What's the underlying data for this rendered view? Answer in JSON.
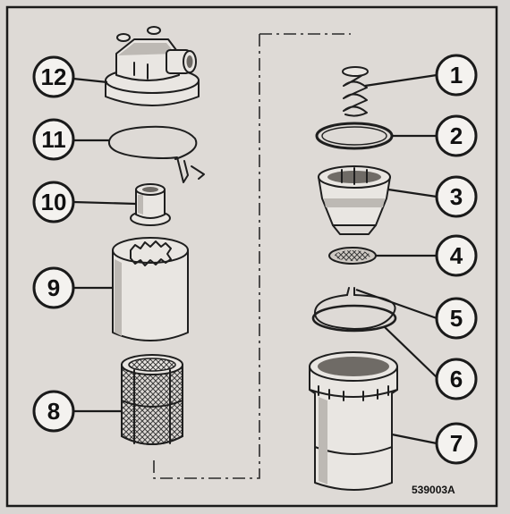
{
  "diagram": {
    "reference_code": "539003A",
    "callouts": [
      {
        "id": "12",
        "label": "12"
      },
      {
        "id": "11",
        "label": "11"
      },
      {
        "id": "10",
        "label": "10"
      },
      {
        "id": "9",
        "label": "9"
      },
      {
        "id": "8",
        "label": "8"
      },
      {
        "id": "1",
        "label": "1"
      },
      {
        "id": "2",
        "label": "2"
      },
      {
        "id": "3",
        "label": "3"
      },
      {
        "id": "4",
        "label": "4"
      },
      {
        "id": "5",
        "label": "5"
      },
      {
        "id": "6",
        "label": "6"
      },
      {
        "id": "7",
        "label": "7"
      }
    ]
  }
}
